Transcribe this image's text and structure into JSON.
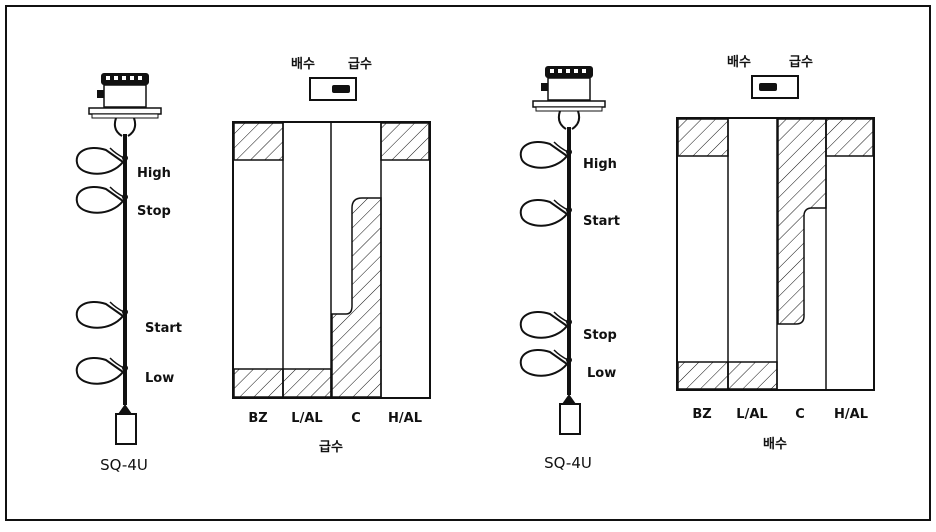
{
  "panels": [
    {
      "sensor": {
        "model": "SQ-4U",
        "float_labels": [
          "High",
          "Stop",
          "Start",
          "Low"
        ]
      },
      "switch": {
        "left_label": "배수",
        "right_label": "급수",
        "selected": "right"
      },
      "timing": {
        "columns": [
          "BZ",
          "L/AL",
          "C",
          "H/AL"
        ],
        "caption": "급수"
      }
    },
    {
      "sensor": {
        "model": "SQ-4U",
        "float_labels": [
          "High",
          "Start",
          "Stop",
          "Low"
        ]
      },
      "switch": {
        "left_label": "배수",
        "right_label": "급수",
        "selected": "left"
      },
      "timing": {
        "columns": [
          "BZ",
          "L/AL",
          "C",
          "H/AL"
        ],
        "caption": "배수"
      }
    }
  ],
  "colors": {
    "line": "#111111",
    "background": "#ffffff"
  }
}
